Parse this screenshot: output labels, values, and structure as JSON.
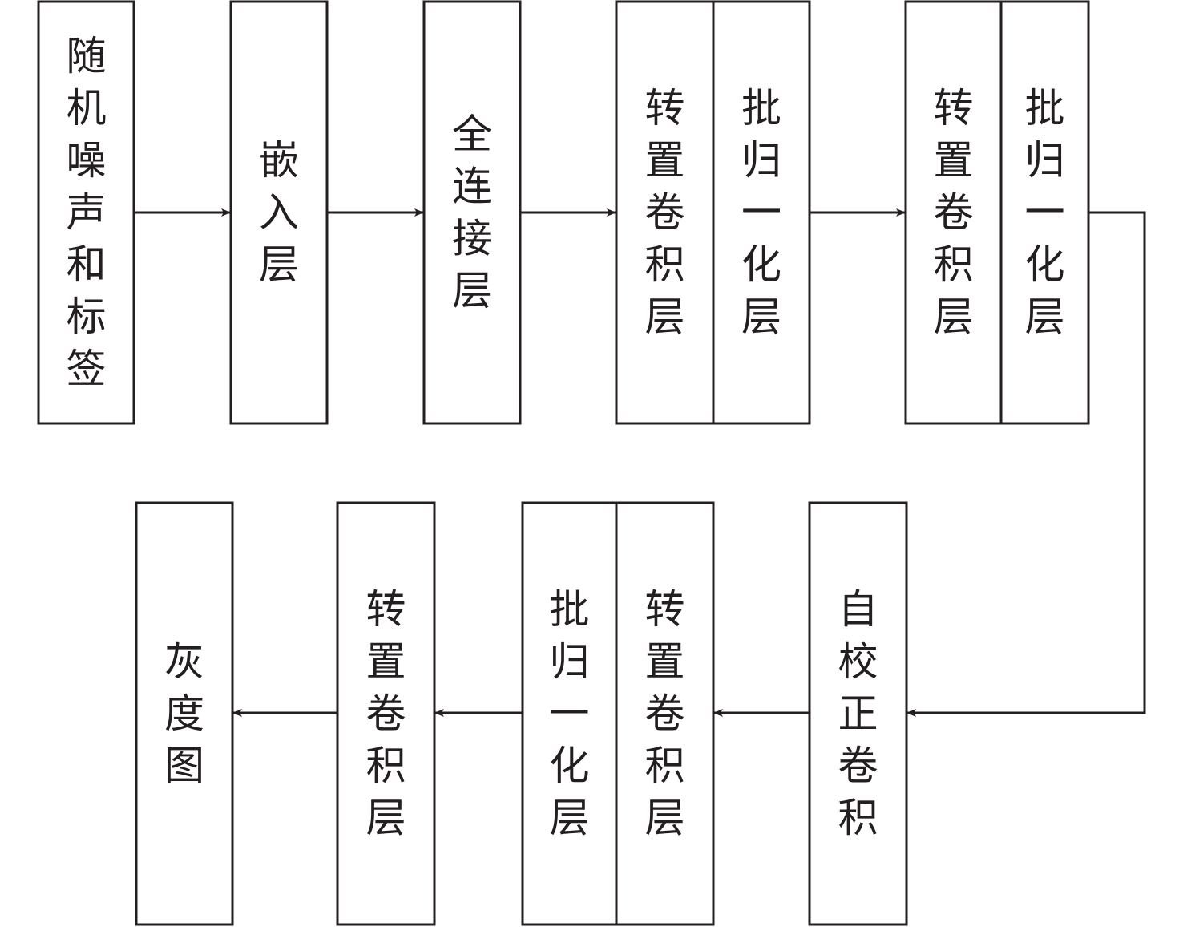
{
  "diagram": {
    "nodes": [
      {
        "id": "noise-label-input",
        "label": "随机噪声和标签"
      },
      {
        "id": "embedding-layer",
        "label": "嵌入层"
      },
      {
        "id": "fully-connected-layer",
        "label": "全连接层"
      },
      {
        "id": "transposed-conv-1",
        "label": "转置卷积层"
      },
      {
        "id": "batch-norm-1",
        "label": "批归一化层"
      },
      {
        "id": "transposed-conv-2",
        "label": "转置卷积层"
      },
      {
        "id": "batch-norm-2",
        "label": "批归一化层"
      },
      {
        "id": "self-calibrated-conv",
        "label": "自校正卷积"
      },
      {
        "id": "transposed-conv-3",
        "label": "转置卷积层"
      },
      {
        "id": "batch-norm-3",
        "label": "批归一化层"
      },
      {
        "id": "transposed-conv-4",
        "label": "转置卷积层"
      },
      {
        "id": "grayscale-image-output",
        "label": "灰度图"
      }
    ],
    "edges": [
      {
        "from": "noise-label-input",
        "to": "embedding-layer"
      },
      {
        "from": "embedding-layer",
        "to": "fully-connected-layer"
      },
      {
        "from": "fully-connected-layer",
        "to": "transposed-conv-1"
      },
      {
        "from": "batch-norm-1",
        "to": "transposed-conv-2"
      },
      {
        "from": "batch-norm-2",
        "to": "self-calibrated-conv"
      },
      {
        "from": "self-calibrated-conv",
        "to": "transposed-conv-3"
      },
      {
        "from": "batch-norm-3",
        "to": "transposed-conv-4"
      },
      {
        "from": "transposed-conv-4",
        "to": "grayscale-image-output"
      }
    ],
    "colors": {
      "stroke": "#231f20",
      "fill": "#ffffff",
      "text": "#231f20"
    }
  }
}
